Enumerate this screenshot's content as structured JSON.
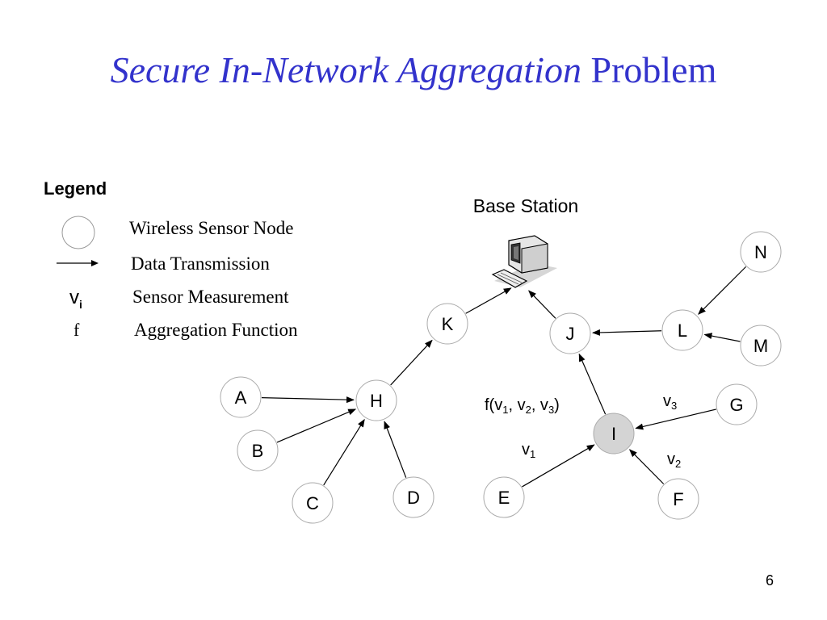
{
  "title": {
    "italic_part": "Secure In-Network Aggregation",
    "plain_part": "Problem"
  },
  "legend": {
    "heading": "Legend",
    "items": [
      {
        "symbol": "circle",
        "label": "Wireless Sensor Node"
      },
      {
        "symbol": "arrow",
        "label": "Data Transmission"
      },
      {
        "symbol": "v",
        "symbol_sub": "i",
        "label": "Sensor Measurement"
      },
      {
        "symbol": "f",
        "label": "Aggregation Function"
      }
    ]
  },
  "base_station": {
    "label": "Base Station",
    "icon": "computer-icon"
  },
  "nodes": [
    {
      "id": "A",
      "label": "A"
    },
    {
      "id": "B",
      "label": "B"
    },
    {
      "id": "C",
      "label": "C"
    },
    {
      "id": "D",
      "label": "D"
    },
    {
      "id": "E",
      "label": "E"
    },
    {
      "id": "F",
      "label": "F"
    },
    {
      "id": "G",
      "label": "G"
    },
    {
      "id": "H",
      "label": "H"
    },
    {
      "id": "I",
      "label": "I",
      "highlighted": true
    },
    {
      "id": "J",
      "label": "J"
    },
    {
      "id": "K",
      "label": "K"
    },
    {
      "id": "L",
      "label": "L"
    },
    {
      "id": "M",
      "label": "M"
    },
    {
      "id": "N",
      "label": "N"
    }
  ],
  "edges": [
    {
      "from": "A",
      "to": "H"
    },
    {
      "from": "B",
      "to": "H"
    },
    {
      "from": "C",
      "to": "H"
    },
    {
      "from": "D",
      "to": "H"
    },
    {
      "from": "H",
      "to": "K"
    },
    {
      "from": "K",
      "to": "BS"
    },
    {
      "from": "J",
      "to": "BS"
    },
    {
      "from": "L",
      "to": "J"
    },
    {
      "from": "N",
      "to": "L"
    },
    {
      "from": "M",
      "to": "L"
    },
    {
      "from": "I",
      "to": "J"
    },
    {
      "from": "E",
      "to": "I"
    },
    {
      "from": "F",
      "to": "I"
    },
    {
      "from": "G",
      "to": "I"
    }
  ],
  "edge_labels": [
    {
      "id": "f-label",
      "base": "f(v",
      "parts": [
        [
          "v",
          "1"
        ],
        [
          "v",
          "2"
        ],
        [
          "v",
          "3"
        ]
      ],
      "text_function": "f"
    },
    {
      "id": "v1-label",
      "base": "v",
      "sub": "1"
    },
    {
      "id": "v2-label",
      "base": "v",
      "sub": "2"
    },
    {
      "id": "v3-label",
      "base": "v",
      "sub": "3"
    }
  ],
  "colors": {
    "title": "#3333cc",
    "node_fill": "#ffffff",
    "highlight_fill": "#d4d4d4",
    "stroke": "#000000"
  },
  "page_number": "6"
}
